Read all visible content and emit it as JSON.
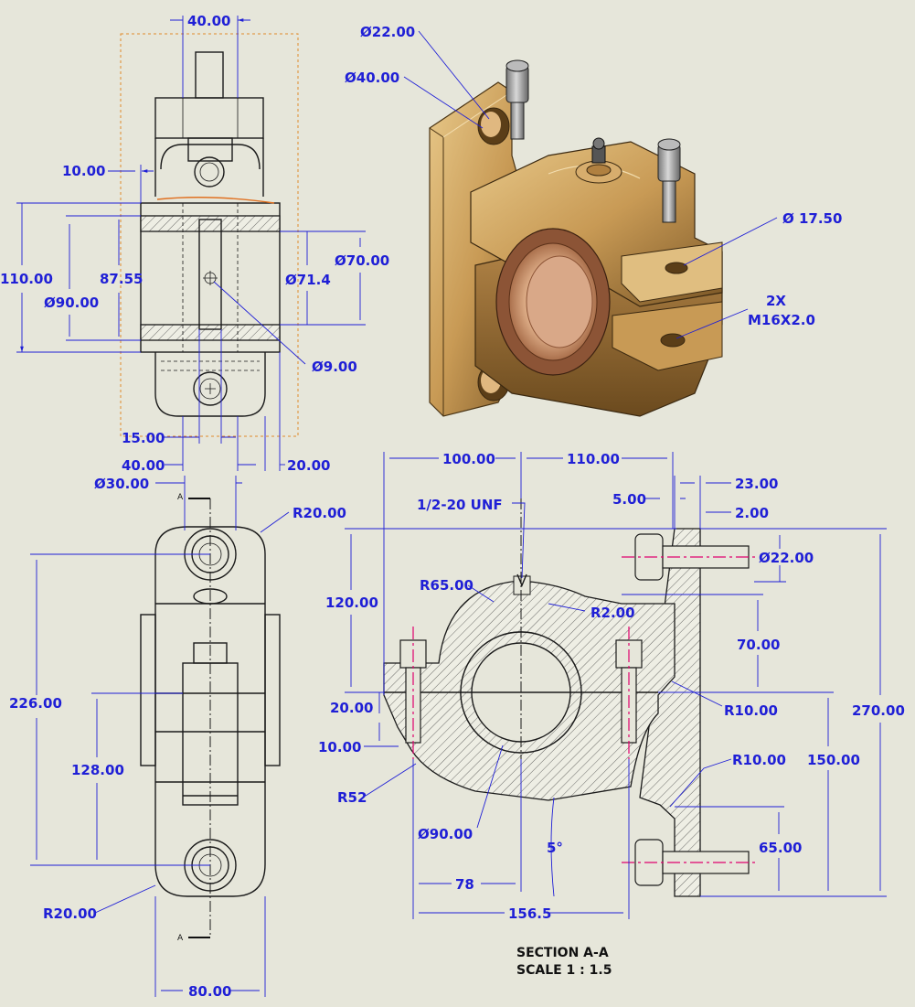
{
  "views": {
    "front": {
      "dims": {
        "w40_top": "40.00",
        "d10": "10.00",
        "h110": "110.00",
        "h87": "87.55",
        "dia90": "Ø90.00",
        "dia70": "Ø70.00",
        "dia71": "Ø71.4",
        "dia9": "Ø9.00",
        "d15": "15.00",
        "d40_bottom": "40.00",
        "d20": "20.00"
      }
    },
    "iso": {
      "dims": {
        "dia22": "Ø22.00",
        "dia40": "Ø40.00",
        "dia17": "Ø 17.50",
        "qty": "2X",
        "thread": "M16X2.0"
      }
    },
    "side": {
      "dims": {
        "dia30": "Ø30.00",
        "r20_top": "R20.00",
        "h226": "226.00",
        "h128": "128.00",
        "r20_bot": "R20.00",
        "w80": "80.00",
        "cut_a_top": "A",
        "cut_a_bot": "A"
      }
    },
    "section": {
      "dims": {
        "d100": "100.00",
        "d110": "110.00",
        "d23": "23.00",
        "d5": "5.00",
        "d2": "2.00",
        "unf": "1/2-20 UNF",
        "dia22": "Ø22.00",
        "r65": "R65.00",
        "r2": "R2.00",
        "h120": "120.00",
        "h70": "70.00",
        "d20": "20.00",
        "r10a": "R10.00",
        "h270": "270.00",
        "d10": "10.00",
        "r10b": "R10.00",
        "h150": "150.00",
        "r52": "R52",
        "deg5": "5°",
        "h65": "65.00",
        "dia90": "Ø90.00",
        "d78": "78",
        "d156": "156.5"
      },
      "title": "SECTION A-A",
      "scale": "SCALE 1 : 1.5"
    }
  },
  "colors": {
    "dimension": "#1f1fd6",
    "centerline": "#e0006e",
    "background": "#e6e6da",
    "bronze": "#c89a55"
  }
}
